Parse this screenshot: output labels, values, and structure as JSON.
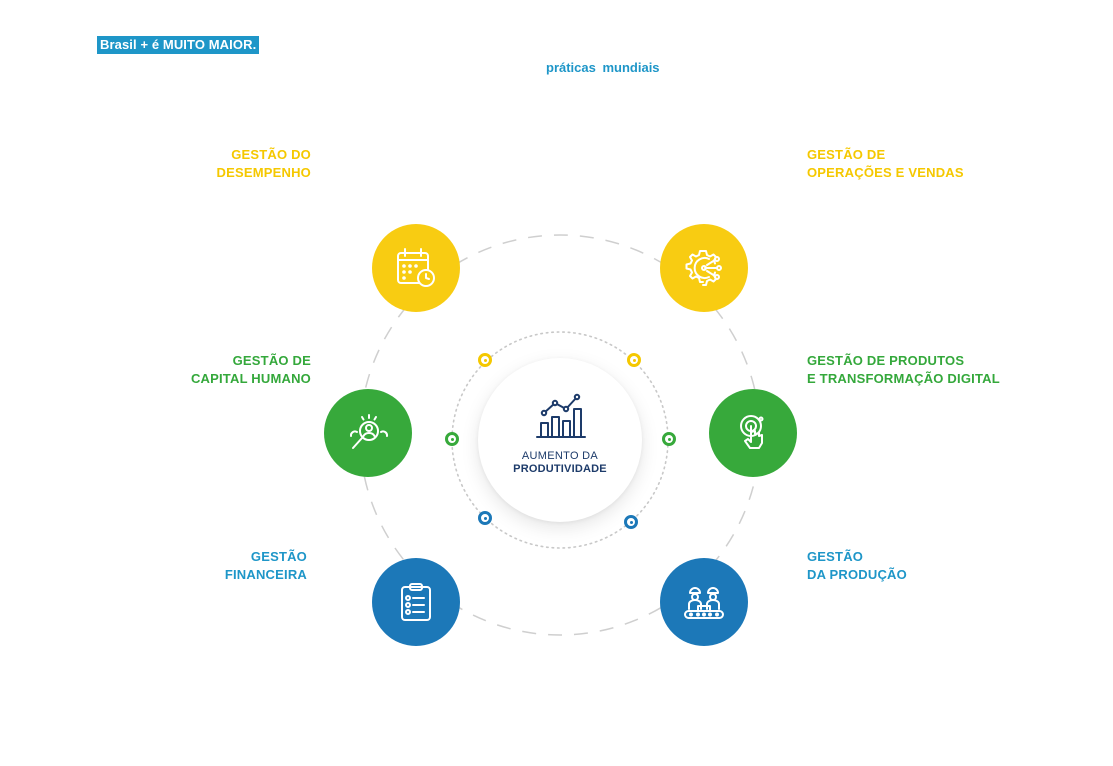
{
  "header": {
    "badge": "Brasil + é MUITO MAIOR.",
    "subtitle": "práticas mundiais"
  },
  "center": {
    "line1": "AUMENTO DA",
    "line2": "PRODUTIVIDADE",
    "icon": "growth-chart-icon"
  },
  "nodes": [
    {
      "id": "desempenho",
      "lines": [
        "GESTÃO DO",
        "DESEMPENHO"
      ],
      "color": "#f8cc12",
      "icon": "calendar-clock-icon"
    },
    {
      "id": "operacoes",
      "lines": [
        "GESTÃO DE",
        "OPERAÇÕES E VENDAS"
      ],
      "color": "#f8cc12",
      "icon": "gear-network-icon"
    },
    {
      "id": "capital",
      "lines": [
        "GESTÃO DE",
        "CAPITAL HUMANO"
      ],
      "color": "#37a93b",
      "icon": "person-search-icon"
    },
    {
      "id": "produtos",
      "lines": [
        "GESTÃO DE PRODUTOS",
        "E TRANSFORMAÇÃO DIGITAL"
      ],
      "color": "#37a93b",
      "icon": "touch-tap-icon"
    },
    {
      "id": "financeira",
      "lines": [
        "GESTÃO",
        "FINANCEIRA"
      ],
      "color": "#1c78b8",
      "icon": "clipboard-checklist-icon"
    },
    {
      "id": "producao",
      "lines": [
        "GESTÃO",
        "DA PRODUÇÃO"
      ],
      "color": "#1c78b8",
      "icon": "factory-workers-icon"
    }
  ]
}
